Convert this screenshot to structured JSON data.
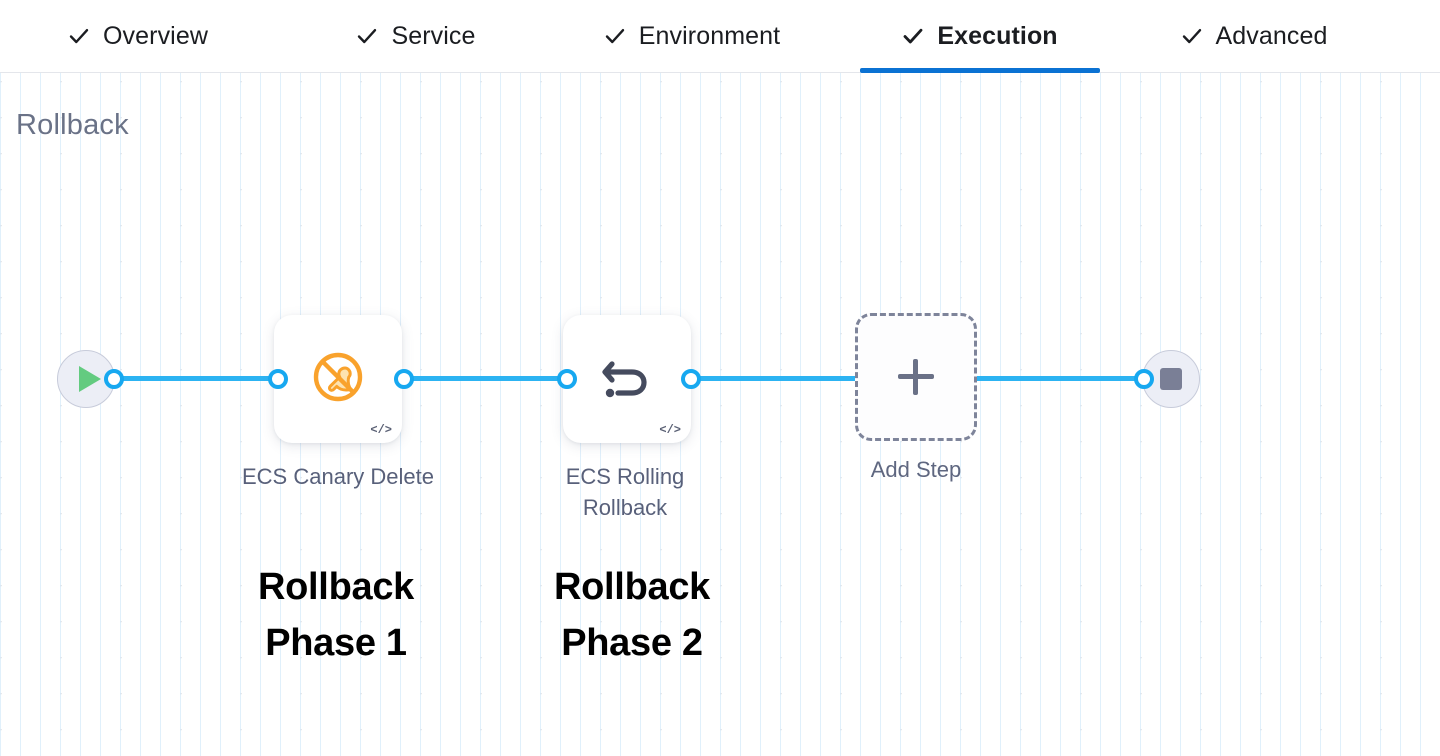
{
  "tabs": [
    {
      "label": "Overview",
      "icon": "check-icon",
      "active": false
    },
    {
      "label": "Service",
      "icon": "check-icon",
      "active": false
    },
    {
      "label": "Environment",
      "icon": "check-icon",
      "active": false
    },
    {
      "label": "Execution",
      "icon": "check-icon",
      "active": true
    },
    {
      "label": "Advanced",
      "icon": "check-icon",
      "active": false
    }
  ],
  "canvas": {
    "section_title": "Rollback"
  },
  "pipeline": {
    "start_node": {
      "icon": "play-icon",
      "name": "start"
    },
    "end_node": {
      "icon": "stop-icon",
      "name": "end"
    },
    "steps": [
      {
        "label": "ECS Canary Delete",
        "icon": "ecs-canary-delete-icon",
        "badge": "</>",
        "annotation": "Rollback\nPhase 1"
      },
      {
        "label": "ECS Rolling Rollback",
        "icon": "rollback-arrow-icon",
        "badge": "</>",
        "annotation": "Rollback\nPhase 2"
      }
    ],
    "add_step": {
      "label": "Add Step",
      "icon": "plus-icon"
    }
  },
  "annotations": [
    {
      "line1": "Rollback",
      "line2": "Phase 1"
    },
    {
      "line1": "Rollback",
      "line2": "Phase 2"
    }
  ],
  "colors": {
    "accent_blue": "#0b72d3",
    "connector_blue": "#17a8f0",
    "canary_orange": "#f8a131",
    "play_green": "#63cb80",
    "stop_gray": "#7a7f96",
    "heading_gray": "#6a7287",
    "label_gray": "#58607a"
  }
}
